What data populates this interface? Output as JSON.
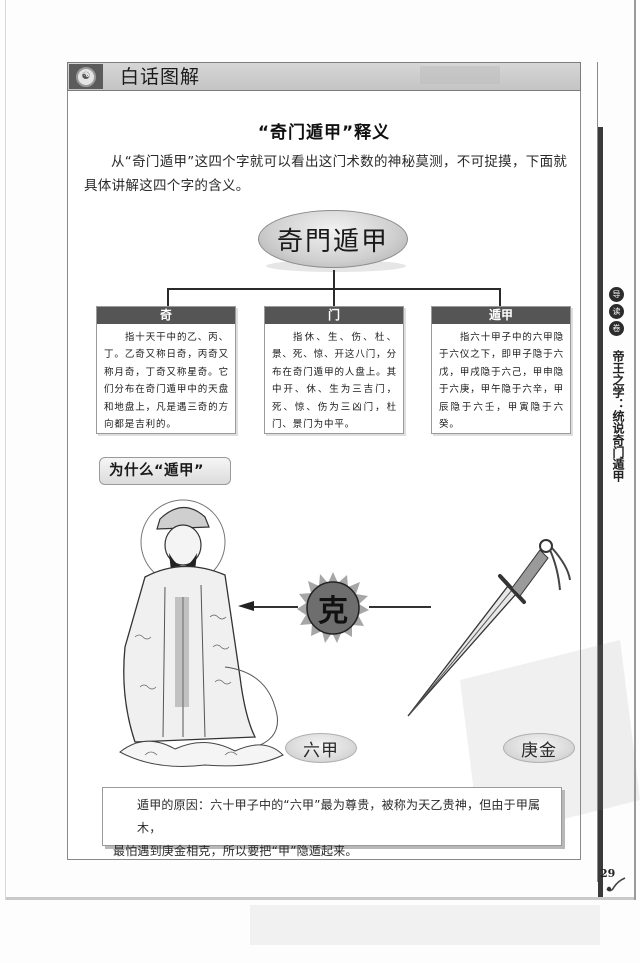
{
  "header": {
    "series_label": "白话图解",
    "logo_icon": "round-emblem-icon"
  },
  "section": {
    "title": "“奇门遁甲”释义",
    "intro": "从“奇门遁甲”这四个字就可以看出这门术数的神秘莫测，不可捉摸，下面就具体讲解这四个字的含义。"
  },
  "banner": {
    "text": "奇門遁甲"
  },
  "cards": [
    {
      "heading": "奇",
      "body": "指十天干中的乙、丙、丁。乙奇又称日奇，丙奇又称月奇，丁奇又称星奇。它们分布在奇门遁甲中的天盘和地盘上，凡是遇三奇的方向都是吉利的。"
    },
    {
      "heading": "门",
      "body": "指休、生、伤、杜、景、死、惊、开这八门，分布在奇门遁甲的人盘上。其中开、休、生为三吉门，死、惊、伤为三凶门，杜门、景门为中平。"
    },
    {
      "heading": "遁甲",
      "body": "指六十甲子中的六甲隐于六仪之下，即甲子隐于六戊，甲戌隐于六己，甲申隐于六庚，甲午隐于六辛，甲辰隐于六壬，甲寅隐于六癸。"
    }
  ],
  "why": {
    "title": "为什么“遁甲”",
    "relation_label": "克",
    "left_element": "六甲",
    "right_element": "庚金",
    "left_figure": "deity-figure-illustration",
    "right_figure": "sword-illustration"
  },
  "note": {
    "text_line1": "遁甲的原因：六十甲子中的“六甲”最为尊贵，被称为天乙贵神，但由于甲属木，",
    "text_line2": "最怕遇到庚金相克，所以要把“甲”隐遁起来。"
  },
  "side_tab": {
    "circles": [
      "导",
      "读",
      "卷"
    ],
    "vertical_text": "帝王之学：统说奇门遁甲"
  },
  "footer": {
    "page_number": "29"
  },
  "colors": {
    "card_header": "#555555",
    "header_bar": "#cfcfcf",
    "thumb_bar": "#3a3a3a",
    "burst": "#a0a0a0",
    "ke_disc": "#6e6e6e"
  }
}
